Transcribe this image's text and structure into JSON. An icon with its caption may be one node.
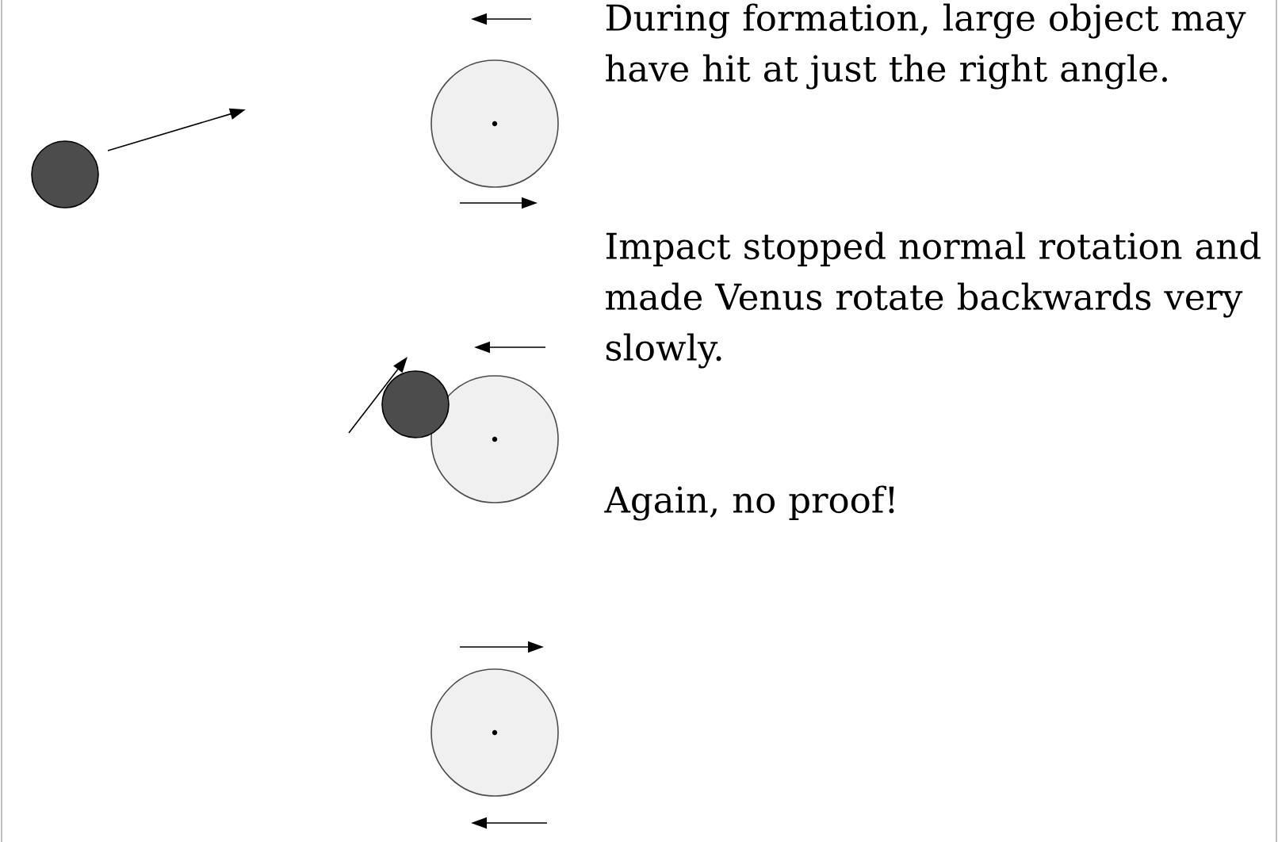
{
  "diagram": {
    "labels": [
      "During formation, large object may have hit at just the right angle.",
      "Impact stopped normal rotation and made Venus rotate backwards very slowly.",
      "Again, no proof!"
    ]
  }
}
